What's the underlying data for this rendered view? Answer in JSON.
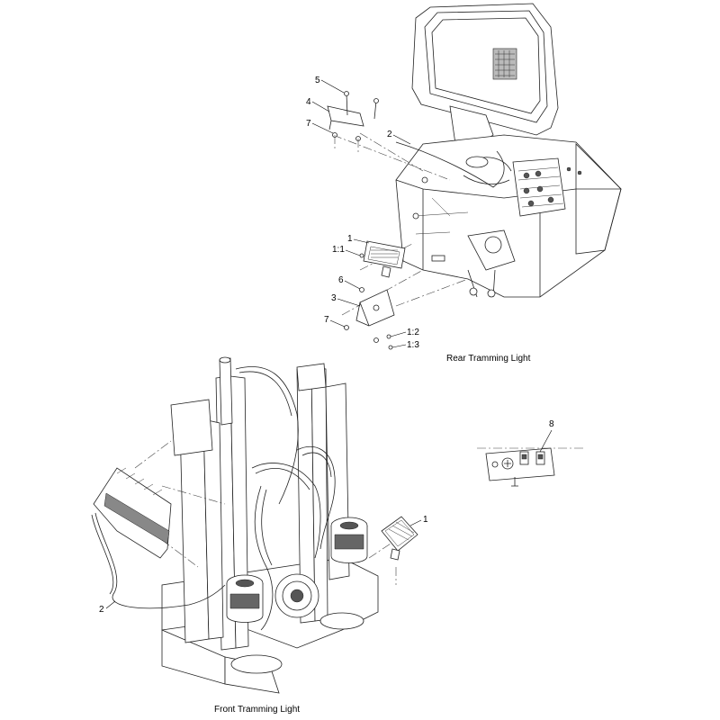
{
  "captions": {
    "rear": "Rear Tramming Light",
    "front": "Front Tramming Light"
  },
  "callouts": {
    "rear": {
      "c5": "5",
      "c4": "4",
      "c7_top": "7",
      "c2": "2",
      "c1": "1",
      "c1_1": "1:1",
      "c6": "6",
      "c3": "3",
      "c7_low": "7",
      "c1_2": "1:2",
      "c1_3": "1:3"
    },
    "front": {
      "c8": "8",
      "c1": "1",
      "c2": "2"
    }
  }
}
